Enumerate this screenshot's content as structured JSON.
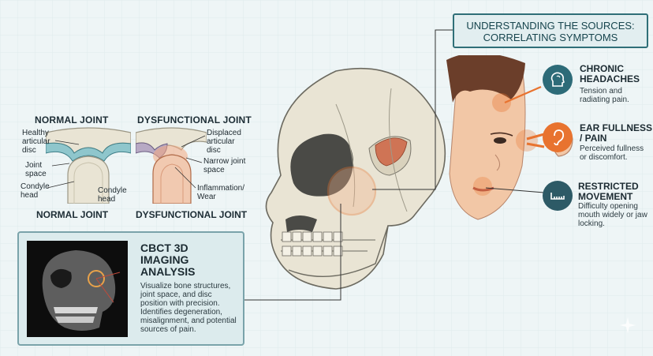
{
  "header": {
    "line1": "UNDERSTANDING THE SOURCES:",
    "line2": "CORRELATING SYMPTOMS"
  },
  "normal_joint": {
    "title": "NORMAL JOINT",
    "labels": {
      "disc": "Healthy articular disc",
      "space": "Joint space",
      "condyle_left": "Condyle head",
      "condyle_right": "Condyle head"
    },
    "footer": "NORMAL JOINT"
  },
  "dysfunctional_joint": {
    "title": "DYSFUNCTIONAL JOINT",
    "labels": {
      "disc": "Displaced articular disc",
      "space": "Narrow joint space",
      "inflammation": "Inflammation/ Wear"
    },
    "footer": "DYSFUNCTIONAL JOINT"
  },
  "symptoms": [
    {
      "title": "CHRONIC HEADACHES",
      "desc": "Tension and radiating pain.",
      "icon": "head-icon",
      "color": "#2d6b78"
    },
    {
      "title": "EAR FULLNESS / PAIN",
      "desc": "Perceived fullness or discomfort.",
      "icon": "ear-icon",
      "color": "#e8732f"
    },
    {
      "title": "RESTRICTED MOVEMENT",
      "desc": "Difficulty opening mouth widely or jaw locking.",
      "icon": "jaw-icon",
      "color": "#2d5a66"
    }
  ],
  "cbct": {
    "title": "CBCT 3D IMAGING ANALYSIS",
    "desc": "Visualize bone structures, joint space, and disc position with precision. Identifies degeneration, misalignment, and potential sources of pain."
  },
  "colors": {
    "accent_teal": "#2f6f78",
    "accent_orange": "#e8732f",
    "bone": "#e9e4d4",
    "disc_blue": "#8fc6cc"
  }
}
